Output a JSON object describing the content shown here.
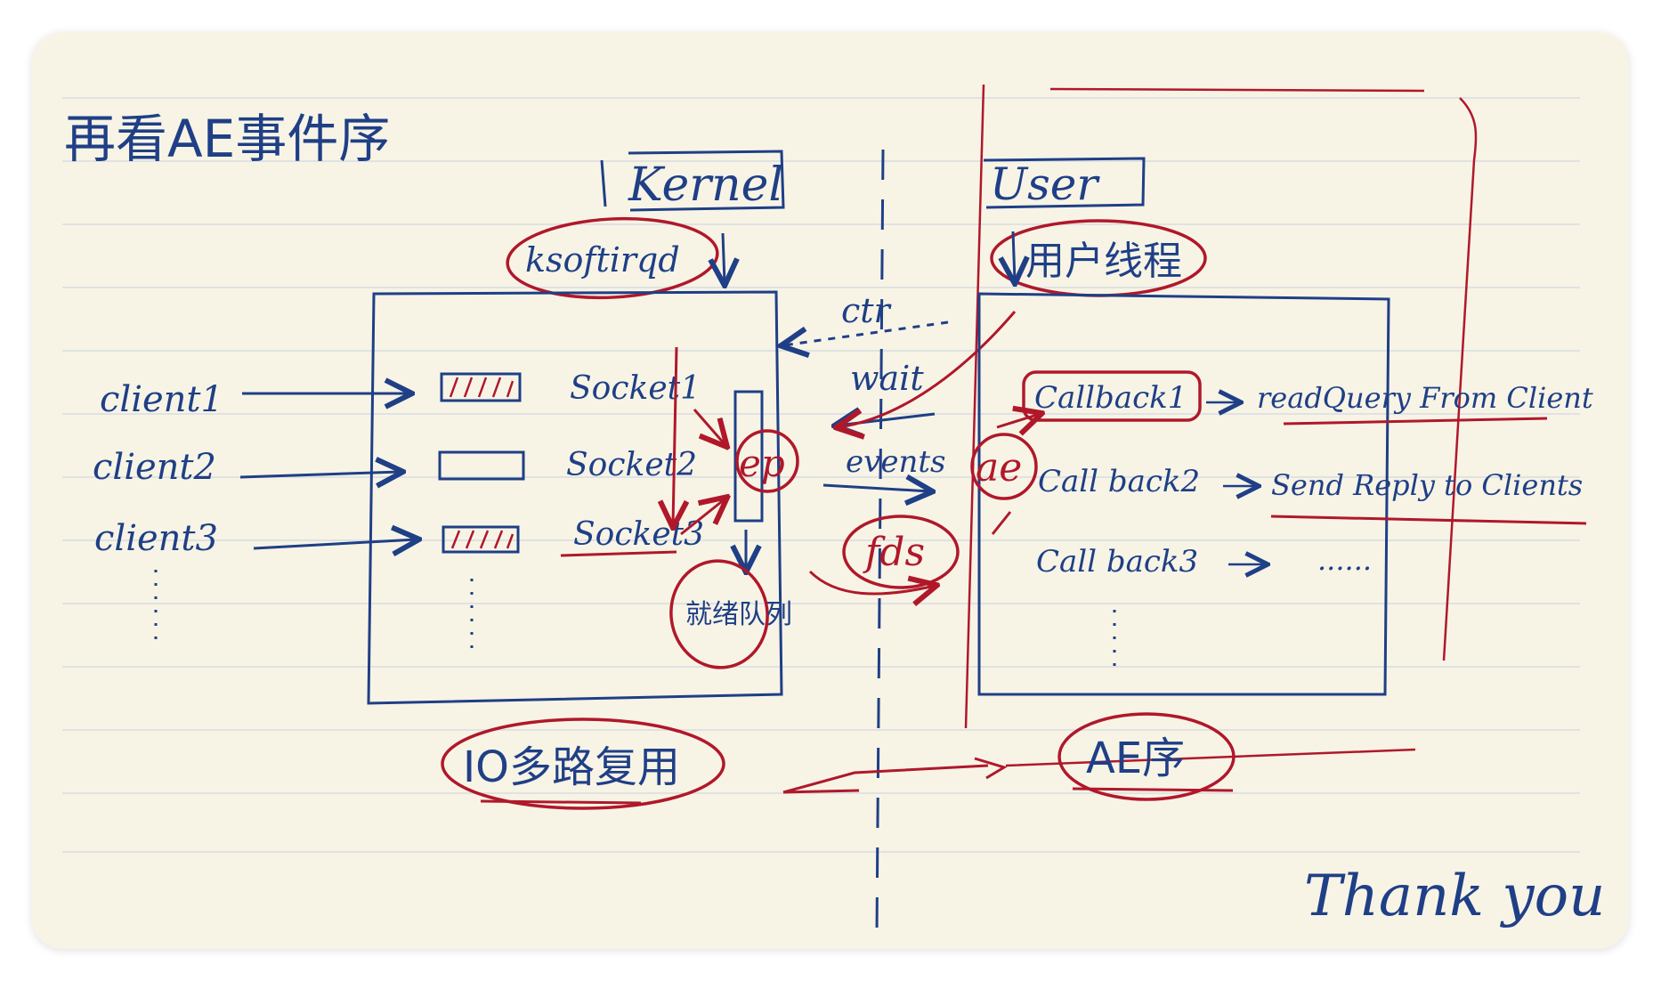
{
  "colors": {
    "paper": "#f7f4e6",
    "ruled_line": "#d9dbe0",
    "blue_ink": "#1f3f86",
    "red_ink": "#b0182a"
  },
  "title": "再看AE事件序",
  "kernel_box": {
    "label": "Kernel",
    "thread": "ksoftirqd"
  },
  "user_box": {
    "label": "User",
    "thread": "用户线程"
  },
  "clients": [
    "client1",
    "client2",
    "client3"
  ],
  "sockets": [
    "Socket1",
    "Socket2",
    "Socket3"
  ],
  "ep": {
    "label": "ep",
    "ready_list": "就绪队列"
  },
  "middle": {
    "ctr": "ctr",
    "wait": "wait",
    "events": "events",
    "fds": "fds"
  },
  "ae": {
    "label": "ae"
  },
  "callbacks": [
    {
      "name": "Callback1",
      "action": "readQuery From Client"
    },
    {
      "name": "Call back2",
      "action": "Send Reply to Clients"
    },
    {
      "name": "Call back3",
      "action": "......"
    }
  ],
  "bottom": {
    "left": "IO多路复用",
    "right": "AE序"
  },
  "signature": "Thank you"
}
